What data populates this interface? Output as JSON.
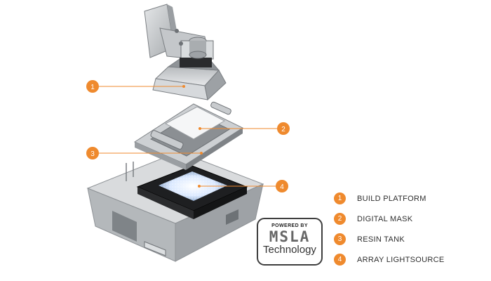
{
  "callouts": [
    {
      "number": "1",
      "label": "BUILD PLATFORM"
    },
    {
      "number": "2",
      "label": "DIGITAL MASK"
    },
    {
      "number": "3",
      "label": "RESIN TANK"
    },
    {
      "number": "4",
      "label": "ARRAY LIGHTSOURCE"
    }
  ],
  "badge": {
    "powered_by": "POWERED BY",
    "logo": "MSLA",
    "technology": "Technology"
  },
  "colors": {
    "accent": "#ef8a2e",
    "metal": "#c9ccce",
    "dark": "#222222"
  }
}
